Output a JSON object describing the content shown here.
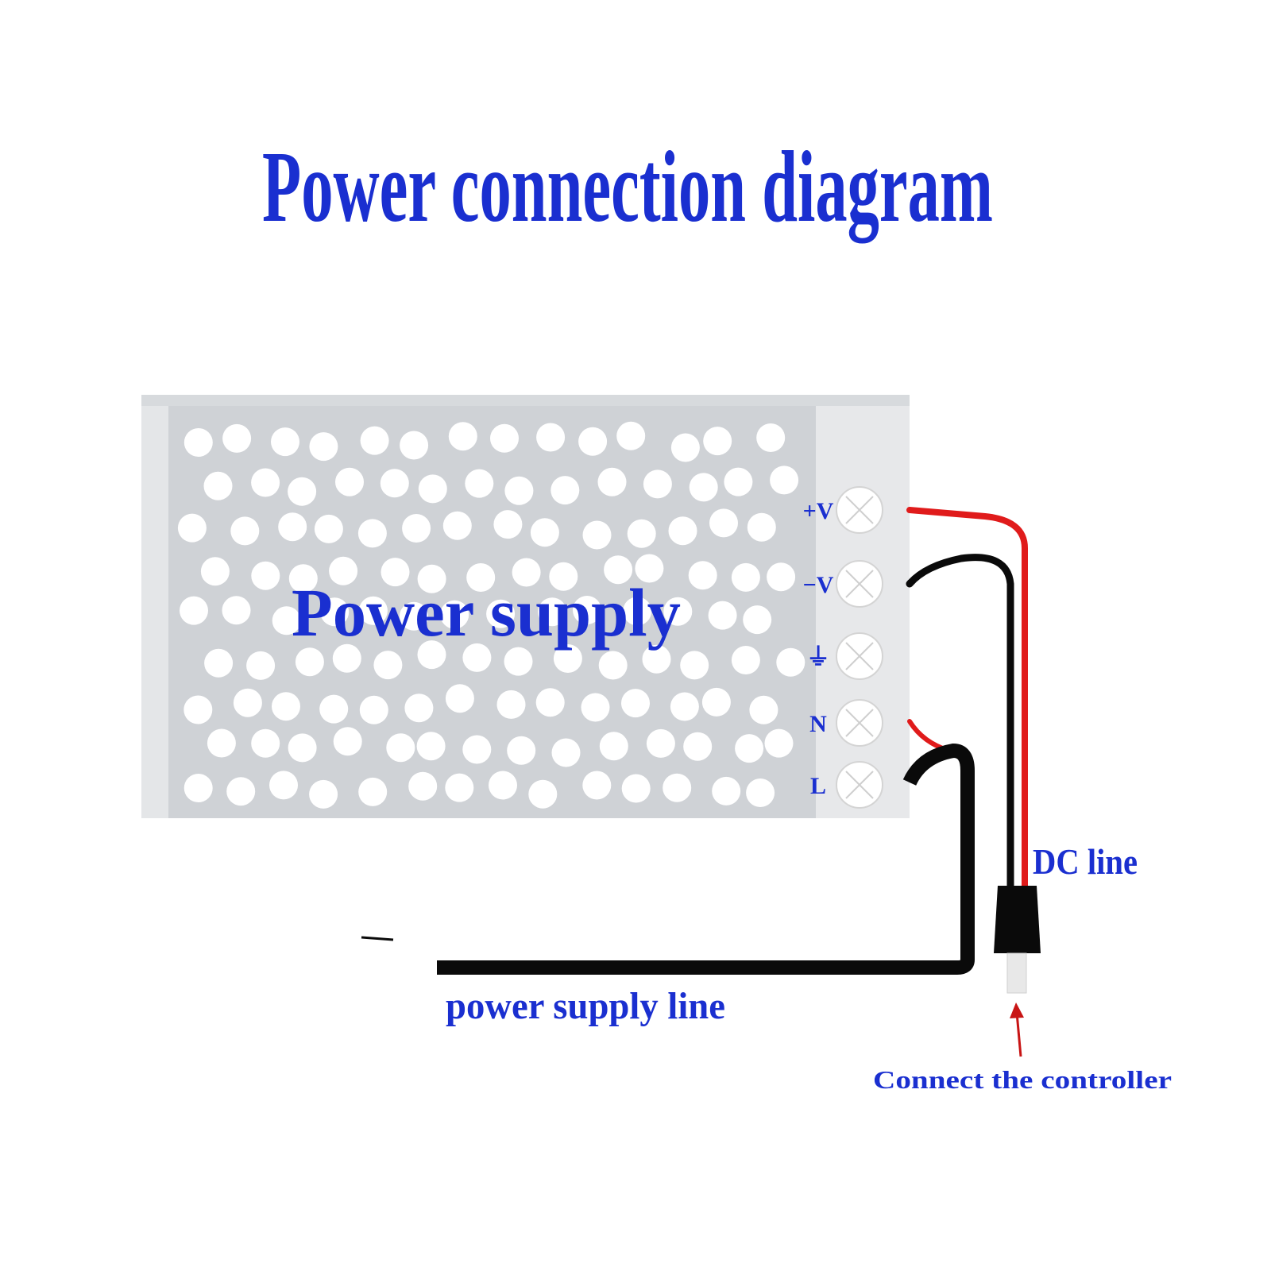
{
  "title": "Power connection diagram",
  "device_label": "Power supply",
  "terminals": [
    {
      "label": "+V",
      "name": "terminal-plus-v"
    },
    {
      "label": "−V",
      "name": "terminal-minus-v"
    },
    {
      "label": "⏚",
      "name": "terminal-ground"
    },
    {
      "label": "N",
      "name": "terminal-neutral"
    },
    {
      "label": "L",
      "name": "terminal-line"
    }
  ],
  "wire_labels": {
    "dc_line": "DC line",
    "power_supply_line": "power supply line",
    "connect_controller": "Connect the controller"
  },
  "colors": {
    "text_blue": "#1a2fd0",
    "panel_grey": "#cfd2d6",
    "panel_light": "#e4e6e8",
    "wire_red": "#e01b1b",
    "wire_black": "#0a0a0a"
  }
}
